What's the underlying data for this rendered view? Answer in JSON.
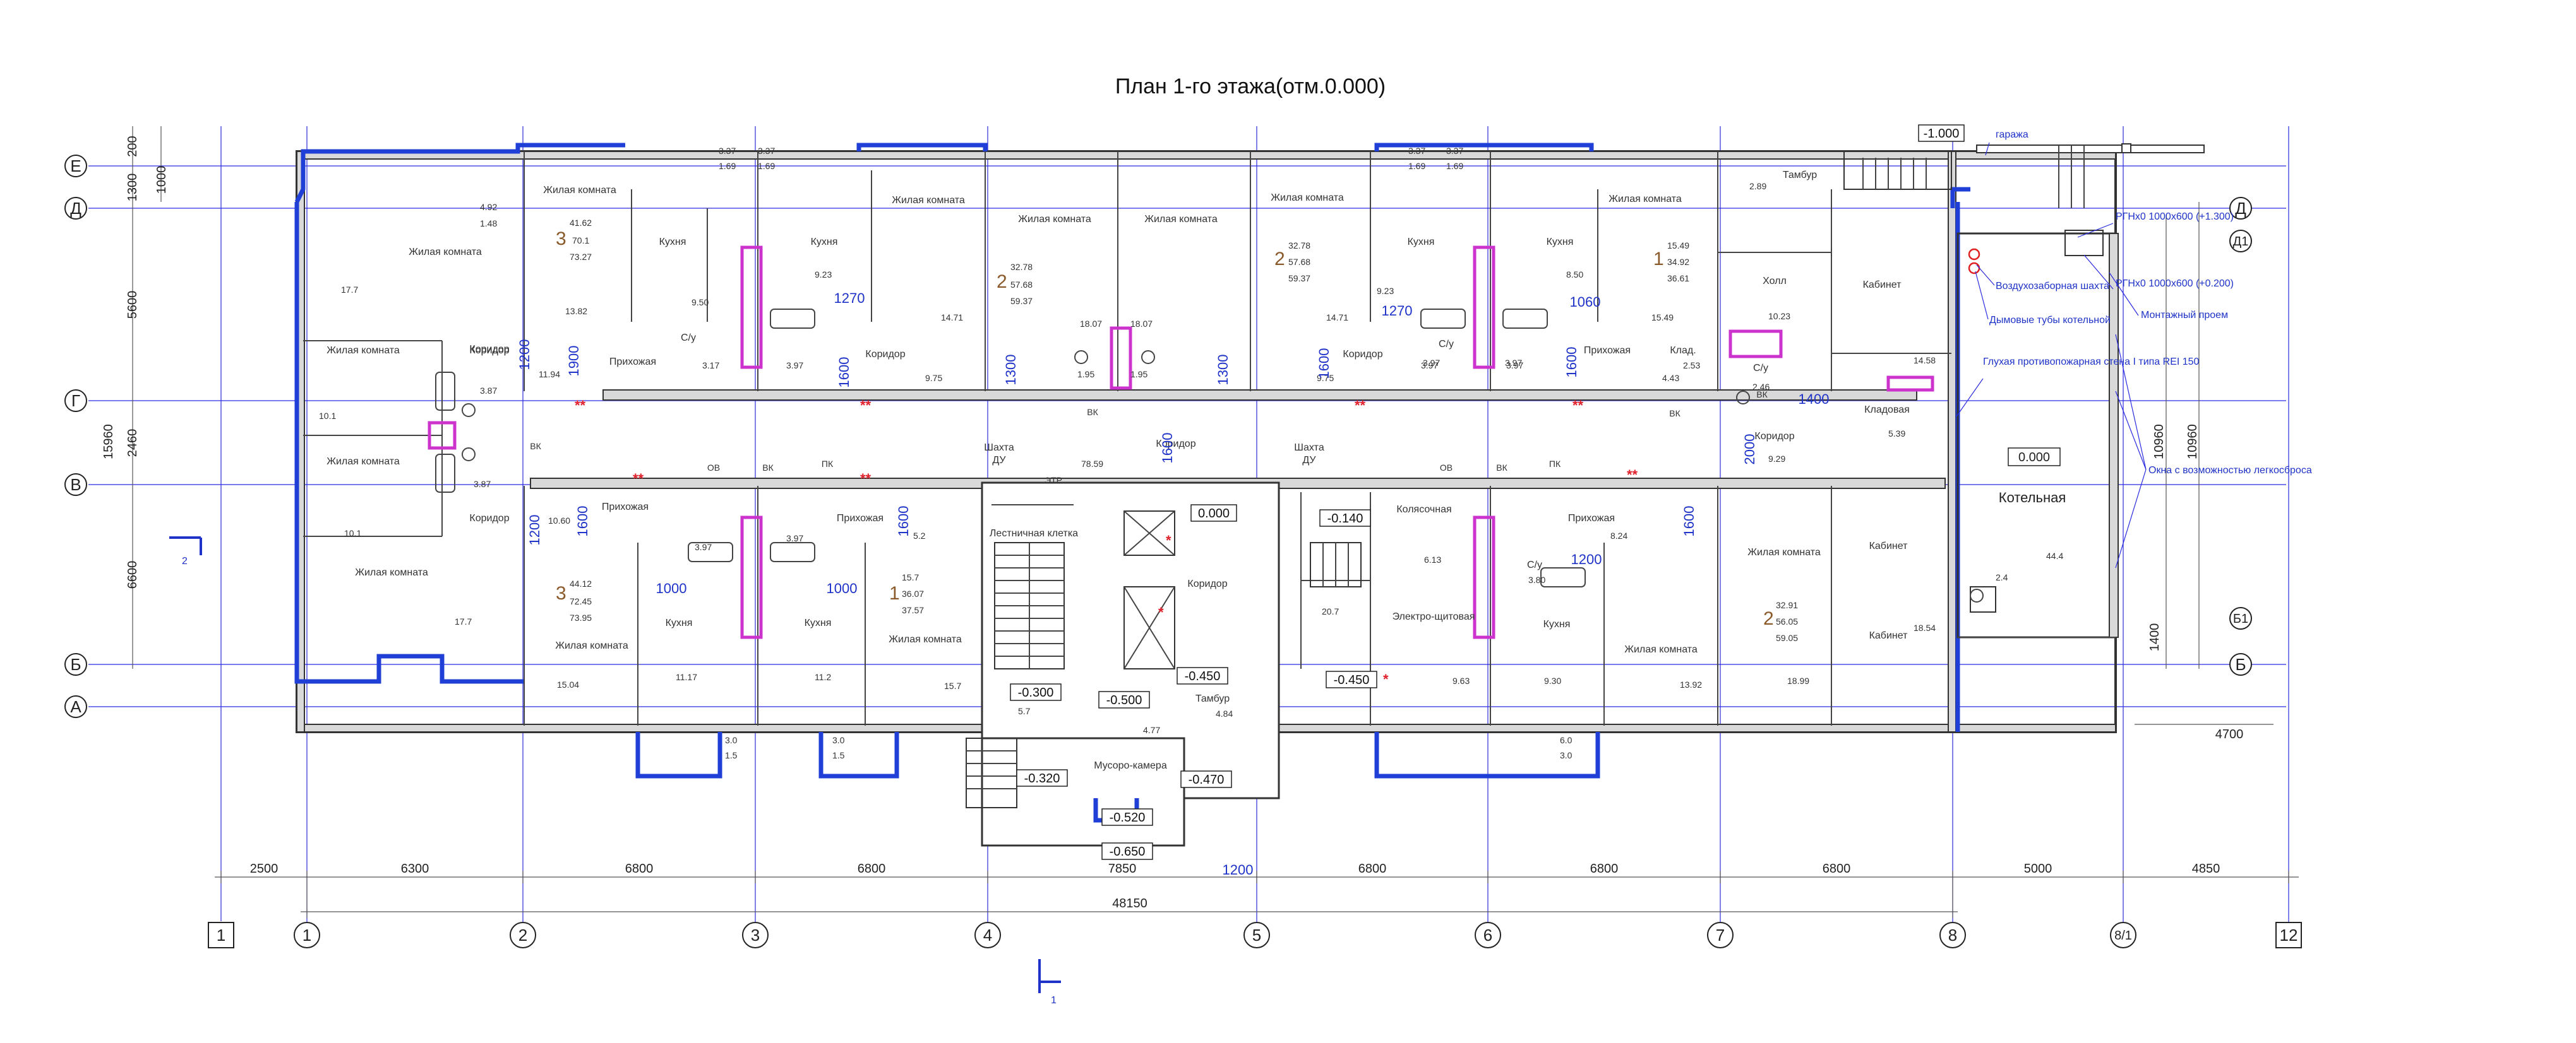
{
  "title": "План 1-го этажа(отм.0.000)",
  "axes_letters": [
    "Е",
    "Д",
    "Г",
    "В",
    "Б",
    "А"
  ],
  "axes_letters_right": [
    "Д",
    "Д1",
    "Б1",
    "Б"
  ],
  "axes_numbers": [
    "1",
    "1",
    "2",
    "3",
    "4",
    "5",
    "6",
    "7",
    "8",
    "8/1",
    "12"
  ],
  "dims_bottom": [
    "2500",
    "6300",
    "6800",
    "6800",
    "7850",
    "6800",
    "6800",
    "6800",
    "5000",
    "4850"
  ],
  "dim_total": "48150",
  "dims_left": [
    "200",
    "1300",
    "5600",
    "2460",
    "6600",
    "15960",
    "1000"
  ],
  "dims_right": [
    "10960",
    "10960",
    "1400",
    "4700"
  ],
  "inner_dims": [
    "1200",
    "1900",
    "1270",
    "1600",
    "1300",
    "1300",
    "1600",
    "1270",
    "1060",
    "1600",
    "1400",
    "2000",
    "1600",
    "1200",
    "1600",
    "1000",
    "1000",
    "1600",
    "1200",
    "1600",
    "1200"
  ],
  "levels": {
    "top": "-1.000",
    "l1": "0.000",
    "l2": "-0.140",
    "l3": "-0.300",
    "l4": "-0.500",
    "l5": "-0.450",
    "l6": "-0.450",
    "l7": "-0.320",
    "l8": "-0.470",
    "l9": "-0.520",
    "l10": "-0.650",
    "boiler": "0.000"
  },
  "rooms": {
    "r1": "Жилая комната",
    "r1a": "17.7",
    "r2": "Жилая комната",
    "r2a": "10.1",
    "r3": "Жилая комната",
    "r3a": "10.1",
    "r4": "Жилая комната",
    "r4a": "17.7",
    "r5": "Жилая комната",
    "r5a": "13.82",
    "r6": "Кухня",
    "r6a": "9.50",
    "r7": "Кухня",
    "r7a": "9.23",
    "r8": "Жилая комната",
    "r8a": "14.71",
    "r9": "Жилая комната",
    "r9a": "18.07",
    "r10": "Жилая комната",
    "r10a": "18.07",
    "r11": "Жилая комната",
    "r11a": "14.71",
    "r12": "Кухня",
    "r12a": "9.23",
    "r13": "Кухня",
    "r13a": "8.50",
    "r14": "Жилая комната",
    "r14a": "15.49",
    "r15": "Холл",
    "r15a": "10.23",
    "r16": "Кабинет",
    "r16a": "14.58",
    "r17": "Коридор",
    "r17a": "11.94",
    "r18": "Прихожая",
    "r18a": "3.17",
    "r19": "С/у",
    "r19a": "3.97",
    "r20": "Коридор",
    "r20a": "9.75",
    "r21": "Коридор",
    "r21a": "9.75",
    "r22": "С/у",
    "r22a": "3.97",
    "r23": "Прихожая",
    "r23a": "3.97",
    "r24": "Клад.",
    "r24a": "2.53",
    "r25": "С/у",
    "r25a": "2.46",
    "r26": "Кладовая",
    "r26a": "5.39",
    "r27": "Коридор",
    "r27a": "9.29",
    "r28": "Коридор",
    "r28a": "78.59",
    "r29": "Коридор",
    "r29a": "3.87",
    "r30": "Коридор",
    "r30a": "3.87",
    "r31": "Прихожая",
    "r31a": "10.60",
    "r32": "Прихожая",
    "r32a": "5.2",
    "r33": "Лестничная клетка",
    "r34": "Коридор",
    "r35": "Колясочная",
    "r35a": "6.13",
    "r36": "Прихожая",
    "r36a": "8.24",
    "r37": "Кухня",
    "r37a": "11.17",
    "r38": "Кухня",
    "r38a": "11.2",
    "r39": "Жилая комната",
    "r39a": "15.7",
    "r40": "Жилая комната",
    "r40a": "15.04",
    "r41": "Электро-щитовая",
    "r41a": "9.63",
    "r42": "Кухня",
    "r42a": "9.30",
    "r43": "Жилая комната",
    "r43a": "13.92",
    "r44": "Жилая комната",
    "r45": "Кабинет",
    "r45a": "18.99",
    "r46": "Котельная",
    "r46a": "44.4",
    "r47": "Мусоро-камера",
    "r47a": "4.77",
    "r48": "Тамбур",
    "r48a": "4.84",
    "r49": "Тамбур",
    "r49a": "2.89",
    "r50": "Кабинет",
    "r50a": "18.54",
    "r51": "С/у",
    "r51a": "3.80",
    "r52": "20.7",
    "r53": "2.4",
    "r54": "5.7"
  },
  "apartments": [
    {
      "num": "3",
      "a": "41.62",
      "b": "70.1",
      "c": "73.27"
    },
    {
      "num": "2",
      "a": "32.78",
      "b": "57.68",
      "c": "59.37"
    },
    {
      "num": "2",
      "a": "32.78",
      "b": "57.68",
      "c": "59.37"
    },
    {
      "num": "1",
      "a": "15.49",
      "b": "34.92",
      "c": "36.61"
    },
    {
      "num": "3",
      "a": "44.12",
      "b": "72.45",
      "c": "73.95"
    },
    {
      "num": "1",
      "a": "15.7",
      "b": "36.07",
      "c": "37.57"
    },
    {
      "num": "2",
      "a": "32.91",
      "b": "56.05",
      "c": "59.05"
    }
  ],
  "balconies": [
    "4.92",
    "1.48",
    "3.37",
    "1.69",
    "3.37",
    "1.69",
    "3.37",
    "1.69",
    "3.37",
    "1.69",
    "3.0",
    "1.5",
    "3.0",
    "1.5",
    "6.0",
    "3.0"
  ],
  "small_areas": [
    "1.95",
    "1.95",
    "3.97",
    "3.97",
    "3.97",
    "3.97",
    "4.43"
  ],
  "shaft": [
    "Шахта",
    "ДУ",
    "Шахта",
    "ДУ",
    "ЭТР"
  ],
  "labels_vent": [
    "ВК",
    "ВК",
    "ОВ",
    "ВК",
    "ПК",
    "ОВ",
    "ВК",
    "ПК",
    "ВК",
    "ВК"
  ],
  "notes": {
    "garage": "гаража",
    "rg1": "РГНх0 1000х600 (+1.300)",
    "rg2": "РГНх0 1000х600 (+0.200)",
    "air": "Воздухозаборная шахта",
    "smoke": "Дымовые тубы котельной",
    "mount": "Монтажный проем",
    "wall": "Глухая противопожарная стена I типа REI 150",
    "windows": "Окна с возможностью легкосброса"
  },
  "section_marks": [
    "1",
    "2"
  ],
  "stars": [
    "**",
    "**",
    "**",
    "**",
    "**",
    "**",
    "**",
    "**",
    "*",
    "*",
    "*"
  ]
}
